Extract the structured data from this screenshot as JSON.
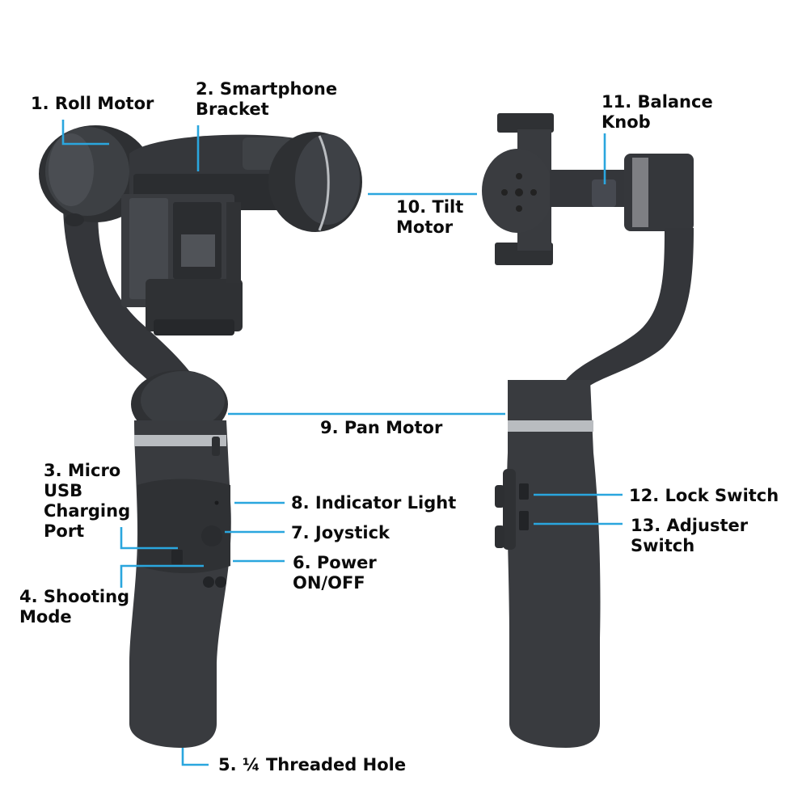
{
  "colors": {
    "leader": "#2aa6de",
    "body": "#3a3c40",
    "body_dark": "#27292c",
    "body_light": "#55585d",
    "ring": "#b9bcc0",
    "text": "#0b0b0b",
    "background": "#ffffff"
  },
  "labels": {
    "roll_motor": "1. Roll Motor",
    "smartphone_bracket": [
      "2. Smartphone",
      "Bracket"
    ],
    "micro_usb": [
      "3. Micro",
      "USB",
      "Charging",
      "Port"
    ],
    "shooting_mode": [
      "4. Shooting",
      "Mode"
    ],
    "threaded_hole": "5. ¼ Threaded Hole",
    "power": [
      "6. Power",
      "ON/OFF"
    ],
    "joystick": "7. Joystick",
    "indicator_light": "8. Indicator Light",
    "pan_motor": "9. Pan Motor",
    "tilt_motor": [
      "10. Tilt",
      "Motor"
    ],
    "balance_knob": [
      "11. Balance",
      "Knob"
    ],
    "lock_switch": "12. Lock Switch",
    "adjuster_switch": [
      "13. Adjuster",
      "Switch"
    ]
  }
}
